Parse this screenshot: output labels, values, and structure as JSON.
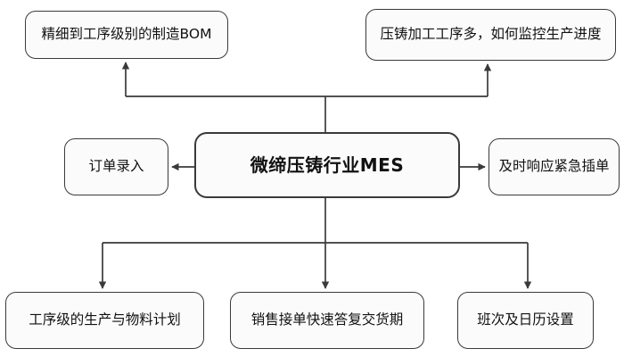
{
  "diagram": {
    "title": "微缔压铸行业MES",
    "type": "hub-and-spoke flowchart",
    "background_color": "#ffffff",
    "node_fill_color": "#fbfbfb",
    "node_border_color": "#3a3a3a",
    "edge_color": "#3a3a3a",
    "text_color": "#111111"
  },
  "nodes": {
    "center": {
      "id": "core",
      "label": "微缔压铸行业MES"
    },
    "top_left": {
      "id": "manufacturing-bom",
      "label": "精细到工序级别的制造BOM"
    },
    "top_right": {
      "id": "process-monitoring",
      "label": "压铸加工工序多，如何监控生产进度"
    },
    "left_middle": {
      "id": "order-entry",
      "label": "订单录入"
    },
    "right_middle": {
      "id": "urgent-order-response",
      "label": "及时响应紧急插单"
    },
    "bottom_left": {
      "id": "production-material-plan",
      "label": "工序级的生产与物料计划"
    },
    "bottom_middle": {
      "id": "delivery-date-reply",
      "label": "销售接单快速答复交货期"
    },
    "bottom_right": {
      "id": "shift-calendar-setup",
      "label": "班次及日历设置"
    }
  },
  "edges": [
    {
      "from": "core",
      "to": "manufacturing-bom",
      "direction": "up"
    },
    {
      "from": "core",
      "to": "process-monitoring",
      "direction": "up"
    },
    {
      "from": "core",
      "to": "order-entry",
      "direction": "left"
    },
    {
      "from": "core",
      "to": "urgent-order-response",
      "direction": "right"
    },
    {
      "from": "core",
      "to": "production-material-plan",
      "direction": "down"
    },
    {
      "from": "core",
      "to": "delivery-date-reply",
      "direction": "down"
    },
    {
      "from": "core",
      "to": "shift-calendar-setup",
      "direction": "down"
    }
  ]
}
